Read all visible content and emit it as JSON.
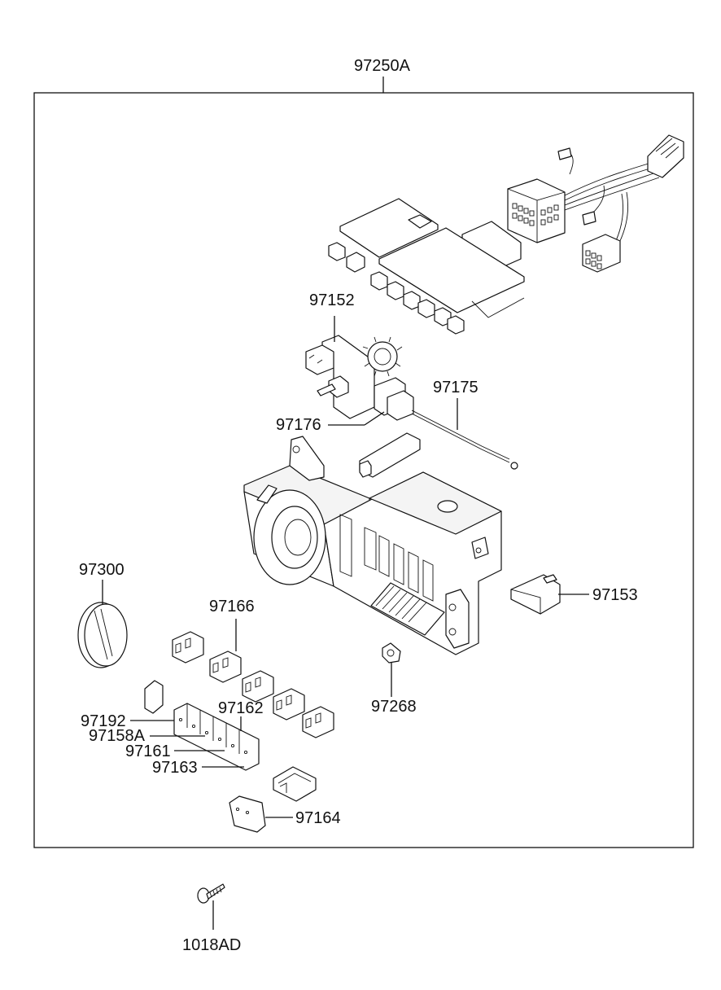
{
  "diagram": {
    "assembly_label": "97250A",
    "labels": {
      "p97152": "97152",
      "p97175": "97175",
      "p97176": "97176",
      "p97300": "97300",
      "p97166": "97166",
      "p97153": "97153",
      "p97162": "97162",
      "p97268": "97268",
      "p97192": "97192",
      "p97158A": "97158A",
      "p97161": "97161",
      "p97163": "97163",
      "p97164": "97164",
      "p1018AD": "1018AD"
    }
  }
}
